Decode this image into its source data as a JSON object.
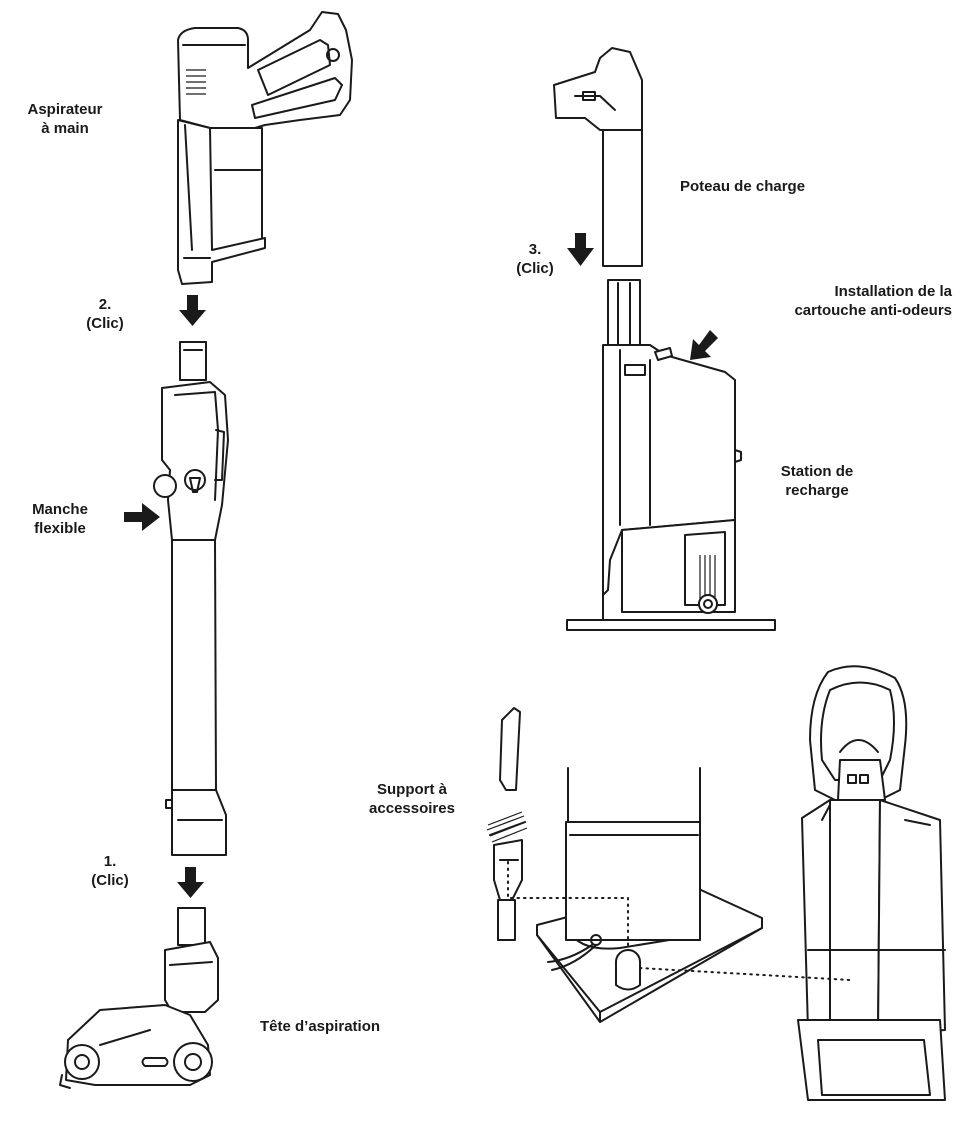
{
  "labels": {
    "handheld_line1": "Aspirateur",
    "handheld_line2": "à main",
    "step2_num": "2.",
    "step2_click": "(Clic)",
    "wand_line1": "Manche",
    "wand_line2": "flexible",
    "step1_num": "1.",
    "step1_click": "(Clic)",
    "floor_head": "Tête d’aspiration",
    "charging_post": "Poteau de charge",
    "step3_num": "3.",
    "step3_click": "(Clic)",
    "cartridge_line1": "Installation de la",
    "cartridge_line2": "cartouche anti-odeurs",
    "dock_line1": "Station de",
    "dock_line2": "recharge",
    "accessory_line1": "Support à",
    "accessory_line2": "accessoires"
  },
  "colors": {
    "ink": "#1a1a1a",
    "background": "#ffffff"
  }
}
